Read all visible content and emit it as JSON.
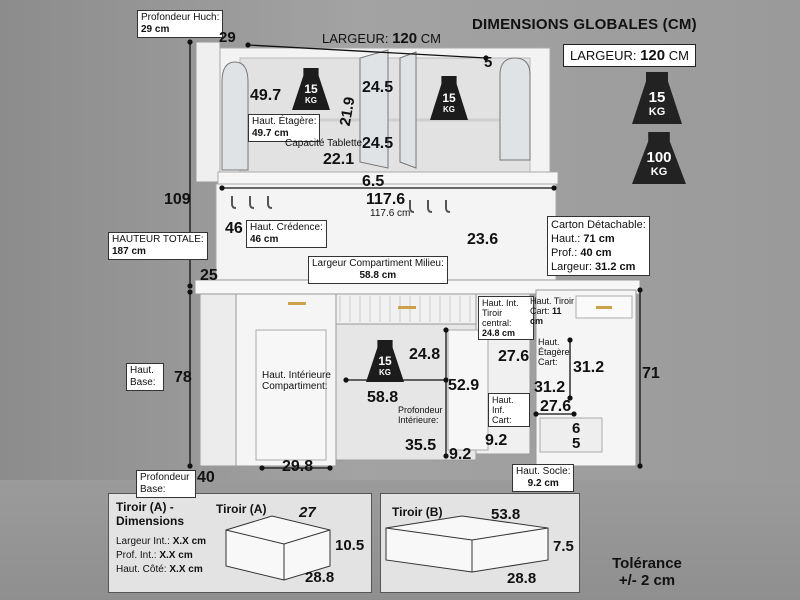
{
  "header": {
    "title": "DIMENSIONS GLOBALES (CM)",
    "width_pill_label": "LARGEUR:",
    "width_pill_value": "120",
    "width_pill_unit": "CM"
  },
  "weights": {
    "w15": "15",
    "w100": "100",
    "unit": "KG"
  },
  "labels": {
    "profondeur_huch": "Profondeur Huch:",
    "profondeur_huch_val": "29 cm",
    "hauteur_totale": "HAUTEUR TOTALE:",
    "hauteur_totale_val": "187 cm",
    "haut_base": "Haut. Base:",
    "profondeur_base": "Profondeur Base:",
    "haut_etagere": "Haut. Étagère:",
    "haut_etagere_val": "49.7 cm",
    "capacite_tablette": "Capacité Tablette:",
    "haut_credence": "Haut. Crédence:",
    "haut_credence_val": "46 cm",
    "largeur_milieu": "Largeur Compartiment Milieu:",
    "largeur_milieu_val": "58.8 cm",
    "carton": "Carton Détachable:",
    "carton_haut": "Haut.:",
    "carton_haut_val": "71 cm",
    "carton_prof": "Prof.:",
    "carton_prof_val": "40 cm",
    "carton_larg": "Largeur:",
    "carton_larg_val": "31.2 cm",
    "haut_int_tiroir": "Haut. Int. Tiroir central:",
    "haut_int_tiroir_val": "24.8 cm",
    "haut_tiroir_cart": "Haut. Tiroir Cart:",
    "haut_tiroir_cart_val": "11 cm",
    "haut_etagere_cart": "Haut. Étagère Cart:",
    "haut_interieure": "Haut. Intérieure Compartiment:",
    "profondeur_interieure": "Profondeur Intérieure:",
    "haut_inf_cart": "Haut. Inf. Cart:",
    "haut_socle": "Haut. Socle:",
    "haut_socle_val": "9.2 cm",
    "largeur_top": "LARGEUR:",
    "largeur_top_val": "120",
    "largeur_top_unit": "CM"
  },
  "numbers": {
    "d29": "29",
    "d5": "5",
    "d49_7": "49.7",
    "d24_5a": "24.5",
    "d21_9": "21.9",
    "d24_5b": "24.5",
    "d22_1": "22.1",
    "d6_5": "6.5",
    "d117_6": "117.6",
    "d117_6_small": "117.6 cm",
    "d109": "109",
    "d46": "46",
    "d23_6": "23.6",
    "d25": "25",
    "d78": "78",
    "d24_8": "24.8",
    "d52_9": "52.9",
    "d58_8": "58.8",
    "d27_6a": "27.6",
    "d31_2a": "31.2",
    "d31_2b": "31.2",
    "d27_6b": "27.6",
    "d71": "71",
    "d35_5": "35.5",
    "d9_2a": "9.2",
    "d9_2b": "9.2",
    "d6": "6",
    "d5b": "5",
    "d29_8": "29.8",
    "d40": "40"
  },
  "drawer_a": {
    "title": "Tiroir (A) - Dimensions",
    "label": "Tiroir (A)",
    "l1": "Largeur Int.:",
    "v1": "X.X cm",
    "l2": "Prof. Int.:",
    "v2": "X.X cm",
    "l3": "Haut. Côté:",
    "v3": "X.X cm",
    "w": "27",
    "h": "10.5",
    "d": "28.8"
  },
  "drawer_b": {
    "label": "Tiroir (B)",
    "w": "53.8",
    "h": "7.5",
    "d": "28.8"
  },
  "tolerance": {
    "line1": "Tolérance",
    "line2": "+/- 2 cm"
  }
}
